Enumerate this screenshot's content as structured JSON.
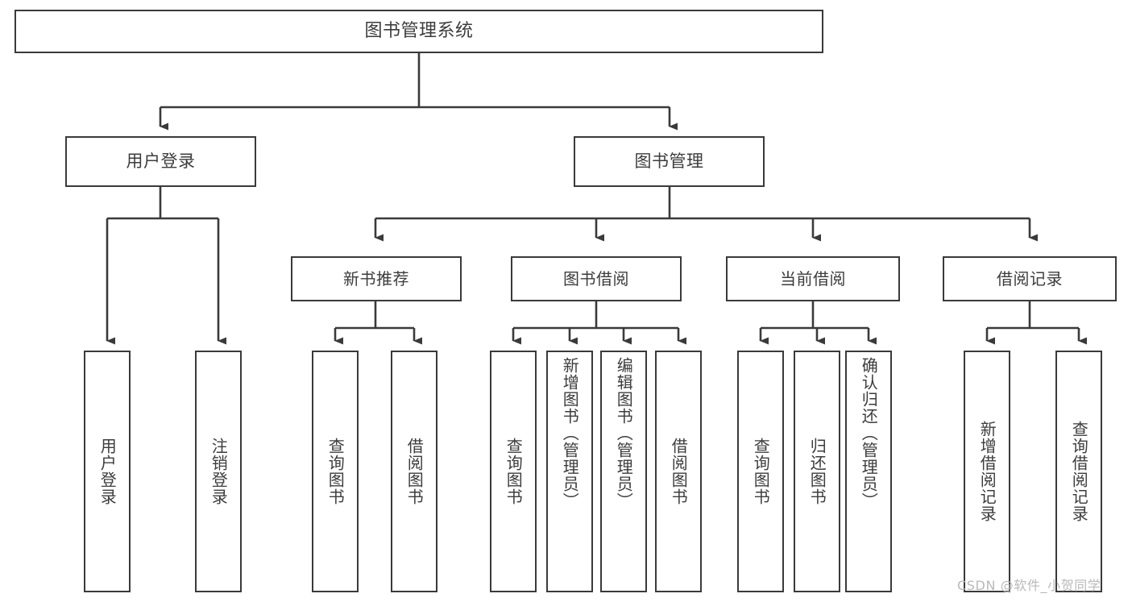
{
  "diagram": {
    "type": "tree-hierarchy",
    "title": "图书管理系统",
    "watermark": "CSDN @软件_小贺同学",
    "colors": {
      "background": "#ffffff",
      "box_border": "#3a3a3a",
      "text": "#3c3c3c",
      "connector": "#3a3a3a",
      "watermark": "#b9b9b9"
    },
    "nodes": {
      "root": {
        "label": "图书管理系统"
      },
      "level2": [
        {
          "id": "user-login",
          "label": "用户登录"
        },
        {
          "id": "book-manage",
          "label": "图书管理"
        }
      ],
      "level3": [
        {
          "id": "new-book-rec",
          "label": "新书推荐"
        },
        {
          "id": "book-borrow",
          "label": "图书借阅"
        },
        {
          "id": "current-borrow",
          "label": "当前借阅"
        },
        {
          "id": "borrow-record",
          "label": "借阅记录"
        }
      ],
      "leaves": {
        "user-login": [
          {
            "id": "leaf-user-login",
            "label": "用户登录"
          },
          {
            "id": "leaf-logout-login",
            "label": "注销登录"
          }
        ],
        "new-book-rec": [
          {
            "id": "leaf-query-book-1",
            "label": "查询图书"
          },
          {
            "id": "leaf-borrow-book-1",
            "label": "借阅图书"
          }
        ],
        "book-borrow": [
          {
            "id": "leaf-query-book-2",
            "label": "查询图书"
          },
          {
            "id": "leaf-add-book",
            "label": "新增图书（管理员）"
          },
          {
            "id": "leaf-edit-book",
            "label": "编辑图书（管理员）"
          },
          {
            "id": "leaf-borrow-book-2",
            "label": "借阅图书"
          }
        ],
        "current-borrow": [
          {
            "id": "leaf-query-book-3",
            "label": "查询图书"
          },
          {
            "id": "leaf-return-book",
            "label": "归还图书"
          },
          {
            "id": "leaf-confirm-return",
            "label": "确认归还（管理员）"
          }
        ],
        "borrow-record": [
          {
            "id": "leaf-add-record",
            "label": "新增借阅记录"
          },
          {
            "id": "leaf-query-record",
            "label": "查询借阅记录"
          }
        ]
      }
    }
  }
}
